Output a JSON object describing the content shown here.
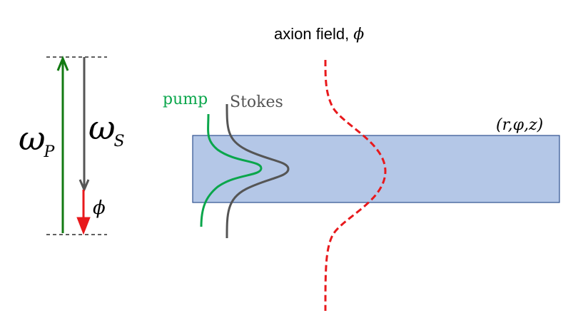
{
  "energy_levels": {
    "omega_p": {
      "symbol": "ω",
      "subscript": "P"
    },
    "omega_s": {
      "symbol": "ω",
      "subscript": "S"
    },
    "phi": "ϕ"
  },
  "labels": {
    "pump": "pump",
    "stokes": "Stokes",
    "coords": "(r,φ,z)",
    "axion_field_prefix": "axion field, ",
    "axion_field_phi": "ϕ"
  },
  "colors": {
    "pump": "#0aa64b",
    "pump_arrow": "#127a12",
    "stokes": "#555555",
    "axion": "#e8191c",
    "phi_arrow": "#e8191c",
    "slab_fill": "#b4c7e7",
    "slab_stroke": "#2f528f",
    "text": "#000000"
  }
}
